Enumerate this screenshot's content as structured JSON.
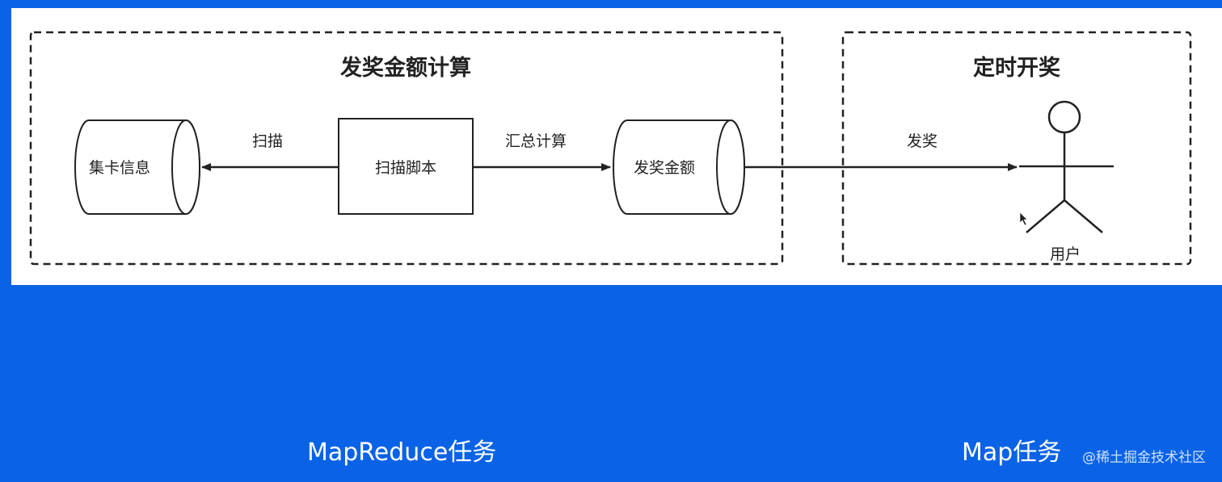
{
  "diagram": {
    "groups": [
      {
        "id": "reward_calc",
        "title": "发奖金额计算"
      },
      {
        "id": "scheduled_reward",
        "title": "定时开奖"
      }
    ],
    "nodes": {
      "card_info": "集卡信息",
      "scan_script": "扫描脚本",
      "reward_amount": "发奖金额",
      "user": "用户"
    },
    "edges": [
      {
        "id": "scan",
        "label": "扫描"
      },
      {
        "id": "summarize",
        "label": "汇总计算"
      },
      {
        "id": "award",
        "label": "发奖"
      }
    ]
  },
  "footer": {
    "left_label": "MapReduce任务",
    "right_label": "Map任务",
    "watermark": "@稀土掘金技术社区"
  },
  "colors": {
    "background": "#0a63e6",
    "canvas": "#ffffff",
    "stroke": "#222222"
  }
}
